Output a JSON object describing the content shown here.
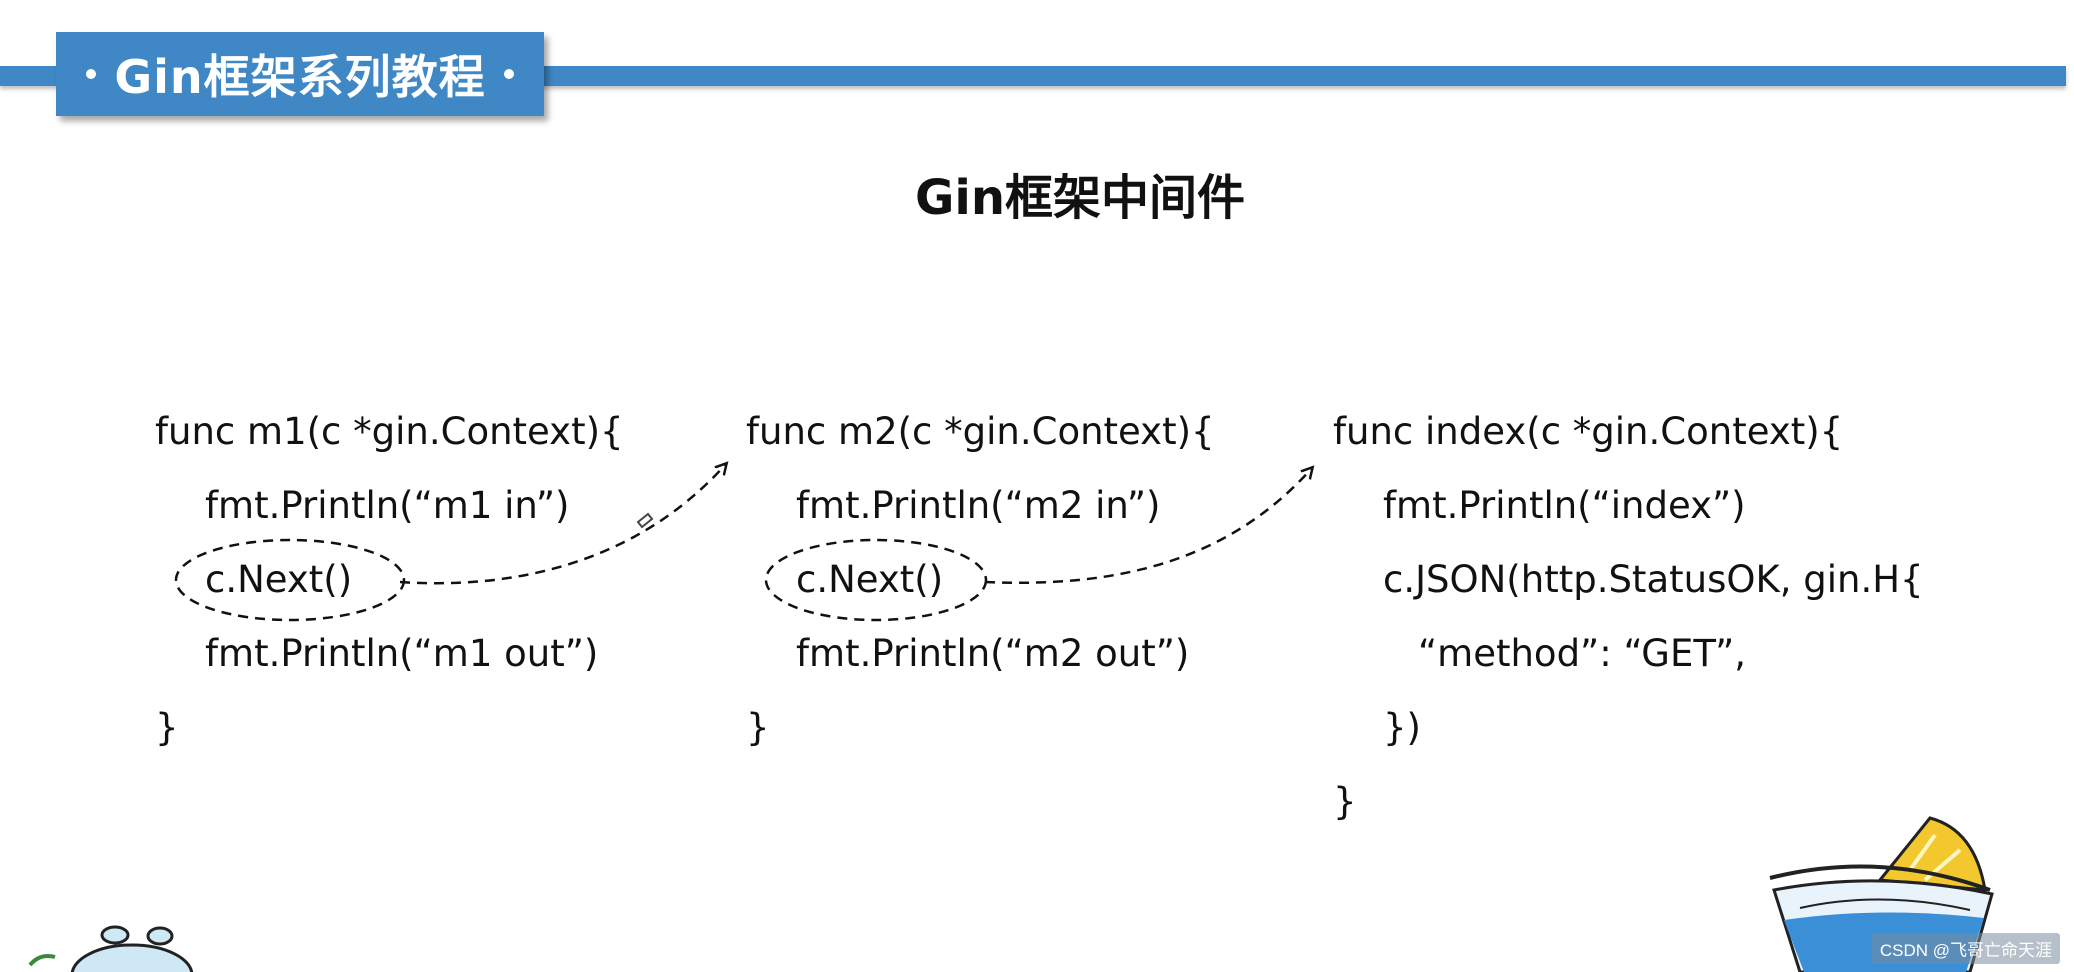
{
  "banner": {
    "title": "Gin框架系列教程"
  },
  "slide": {
    "title": "Gin框架中间件"
  },
  "code_blocks": [
    {
      "lines": [
        "func m1(c *gin.Context){",
        "fmt.Println(“m1 in”)",
        "c.Next()",
        "fmt.Println(“m1 out”)",
        "}"
      ]
    },
    {
      "lines": [
        "func m2(c *gin.Context){",
        "fmt.Println(“m2 in”)",
        "c.Next()",
        "fmt.Println(“m2 out”)",
        "}"
      ]
    },
    {
      "lines": [
        "func index(c *gin.Context){",
        "fmt.Println(“index”)",
        "c.JSON(http.StatusOK, gin.H{",
        "“method”: “GET”,",
        "})",
        "}"
      ]
    }
  ],
  "watermark": "CSDN @飞哥亡命天涯",
  "colors": {
    "banner": "#3f88c5",
    "text": "#111111"
  }
}
